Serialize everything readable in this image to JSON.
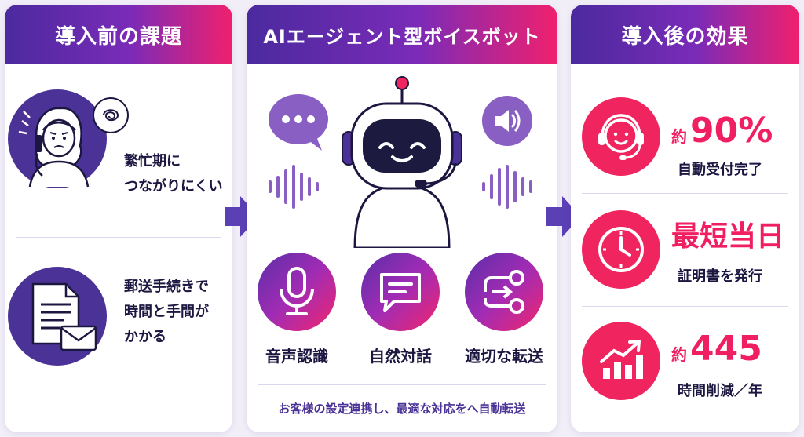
{
  "columns": {
    "before": {
      "header": "導入前の課題",
      "issues": [
        {
          "text_line1": "繁忙期に",
          "text_line2": "つながりにくい",
          "icon": "stressed-woman-phone-icon"
        },
        {
          "text_line1": "郵送手続きで",
          "text_line2": "時間と手間が",
          "text_line3": "かかる",
          "icon": "document-mail-icon"
        }
      ]
    },
    "bot": {
      "header": "AIエージェント型ボイスボット",
      "features": [
        {
          "label": "音声認識",
          "icon": "microphone-icon"
        },
        {
          "label": "自然対話",
          "icon": "chat-bubble-icon"
        },
        {
          "label": "適切な転送",
          "icon": "transfer-flow-icon"
        }
      ],
      "footer": "お客様の設定連携し、最適な対応をへ自動転送"
    },
    "after": {
      "header": "導入後の効果",
      "effects": [
        {
          "prefix": "約",
          "value": "90%",
          "sub": "自動受付完了",
          "icon": "headset-operator-icon"
        },
        {
          "prefix": "",
          "value": "最短当日",
          "sub": "証明書を発行",
          "icon": "clock-icon"
        },
        {
          "prefix": "約",
          "value": "445",
          "sub": "時間削減／年",
          "icon": "growth-chart-icon"
        }
      ]
    }
  },
  "colors": {
    "purple": "#4a3296",
    "pink": "#f0245f",
    "arrow": "#5b3fb5"
  }
}
